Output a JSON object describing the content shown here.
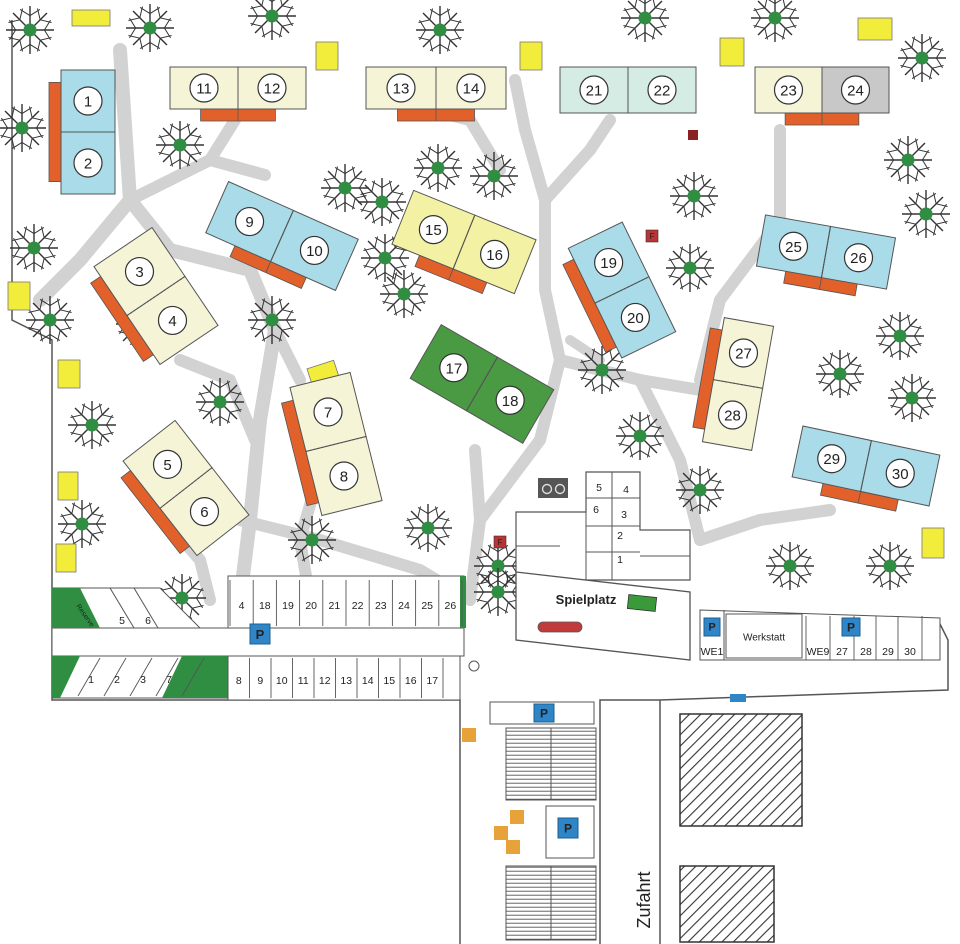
{
  "houses": [
    "1",
    "2",
    "3",
    "4",
    "5",
    "6",
    "7",
    "8",
    "9",
    "10",
    "11",
    "12",
    "13",
    "14",
    "15",
    "16",
    "17",
    "18",
    "19",
    "20",
    "21",
    "22",
    "23",
    "24",
    "25",
    "26",
    "27",
    "28",
    "29",
    "30"
  ],
  "playground": {
    "label": "Spielplatz"
  },
  "workshop": {
    "label": "Werkstatt"
  },
  "access": {
    "label": "Zufahrt"
  },
  "reserve": {
    "label": "Reserve"
  },
  "parking_sign": "P",
  "fire_sign": "F",
  "storage_units": [
    "5",
    "4",
    "6",
    "3",
    "2",
    "1"
  ],
  "parking_rows": {
    "top_row": [
      "4",
      "18",
      "19",
      "20",
      "21",
      "22",
      "23",
      "24",
      "25",
      "26"
    ],
    "left_top": [
      "5",
      "6"
    ],
    "left_bottom": [
      "1",
      "2",
      "3",
      "7"
    ],
    "bottom_row": [
      "8",
      "9",
      "10",
      "11",
      "12",
      "13",
      "14",
      "15",
      "16",
      "17"
    ],
    "east_row": [
      "WE1",
      "WE9",
      "27",
      "28",
      "29",
      "30"
    ]
  },
  "colors": {
    "blue": "#a9dce8",
    "cream": "#f6f4d6",
    "yellow": "#f3f1a4",
    "mint": "#d4ece3",
    "green": "#4a9a44",
    "orange": "#e2612b",
    "grey": "#c8c8c8",
    "path": "#d2d2d2",
    "tree": "#2f8e42",
    "stripe_yellow": "#f2ec3a",
    "parking_blue": "#2e86c8"
  }
}
